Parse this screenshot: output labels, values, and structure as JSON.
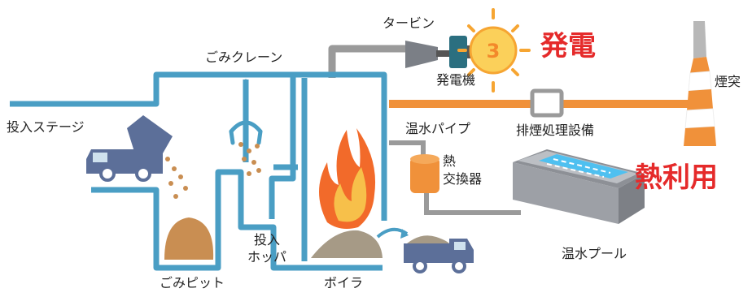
{
  "labels": {
    "turbine": "タービン",
    "generator": "発電機",
    "power_generation": "発電",
    "chimney": "煙突",
    "crane": "ごみクレーン",
    "loading_stage": "投入ステージ",
    "hot_water_pipe": "温水パイプ",
    "flue_gas_treatment": "排煙処理設備",
    "heat_exchanger": "熱\n交換器",
    "heat_use": "熱利用",
    "loading_hopper": "投入\nホッパ",
    "hot_water_pool": "温水プール",
    "garbage_pit": "ごみピット",
    "boiler": "ボイラ"
  },
  "colors": {
    "pipe_blue": "#4a9ec4",
    "steam_gray": "#9a9a9a",
    "exhaust_orange": "#f0913a",
    "accent_red": "#e52a2a",
    "flame_orange": "#f26a2a",
    "flame_yellow": "#f7c04a",
    "garbage_brown": "#c98e52",
    "truck_blue": "#5c6f99",
    "sun_yellow": "#f6a532"
  }
}
